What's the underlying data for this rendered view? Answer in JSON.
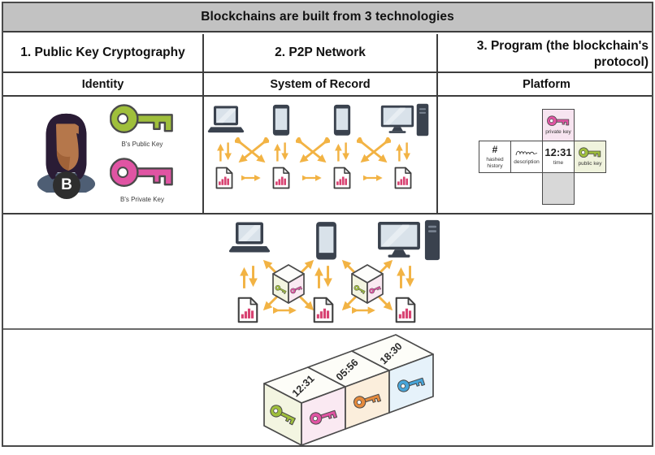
{
  "header": {
    "title": "Blockchains are built from 3 technologies"
  },
  "columns": [
    {
      "title": "1. Public Key Cryptography",
      "subtitle": "Identity"
    },
    {
      "title": "2. P2P Network",
      "subtitle": "System of Record"
    },
    {
      "title_line1": "3. Program (the blockchain's",
      "title_line2": "protocol)",
      "subtitle": "Platform"
    }
  ],
  "identity": {
    "avatar_initial": "B",
    "public_key_label": "B's Public Key",
    "private_key_label": "B's Private Key"
  },
  "program_block": {
    "hash_symbol": "#",
    "hashed_history_label": "hashed history",
    "description_label": "description",
    "time_value": "12:31",
    "time_label": "time",
    "private_key_label": "private key",
    "public_key_label": "public key"
  },
  "ledger": {
    "blocks": [
      {
        "time": "12:31",
        "key_color_name": "green"
      },
      {
        "time": "05:56",
        "key_color_name": "orange"
      },
      {
        "time": "18:30",
        "key_color_name": "blue"
      }
    ]
  },
  "colors": {
    "header_bg": "#c2c2c2",
    "arrow_amber": "#f2b344",
    "key_green": "#9fbf3b",
    "key_magenta": "#e054a3",
    "key_orange": "#e58a3c",
    "key_blue": "#47a5d9",
    "doc_bar_pink": "#d84372",
    "device_dark": "#3a424e",
    "screen_light": "#d9e2ea",
    "face_green_tint": "#f3f5e1",
    "face_pink_tint": "#fae9f2",
    "face_orange_tint": "#fbeedc",
    "face_blue_tint": "#e6f2fa"
  }
}
